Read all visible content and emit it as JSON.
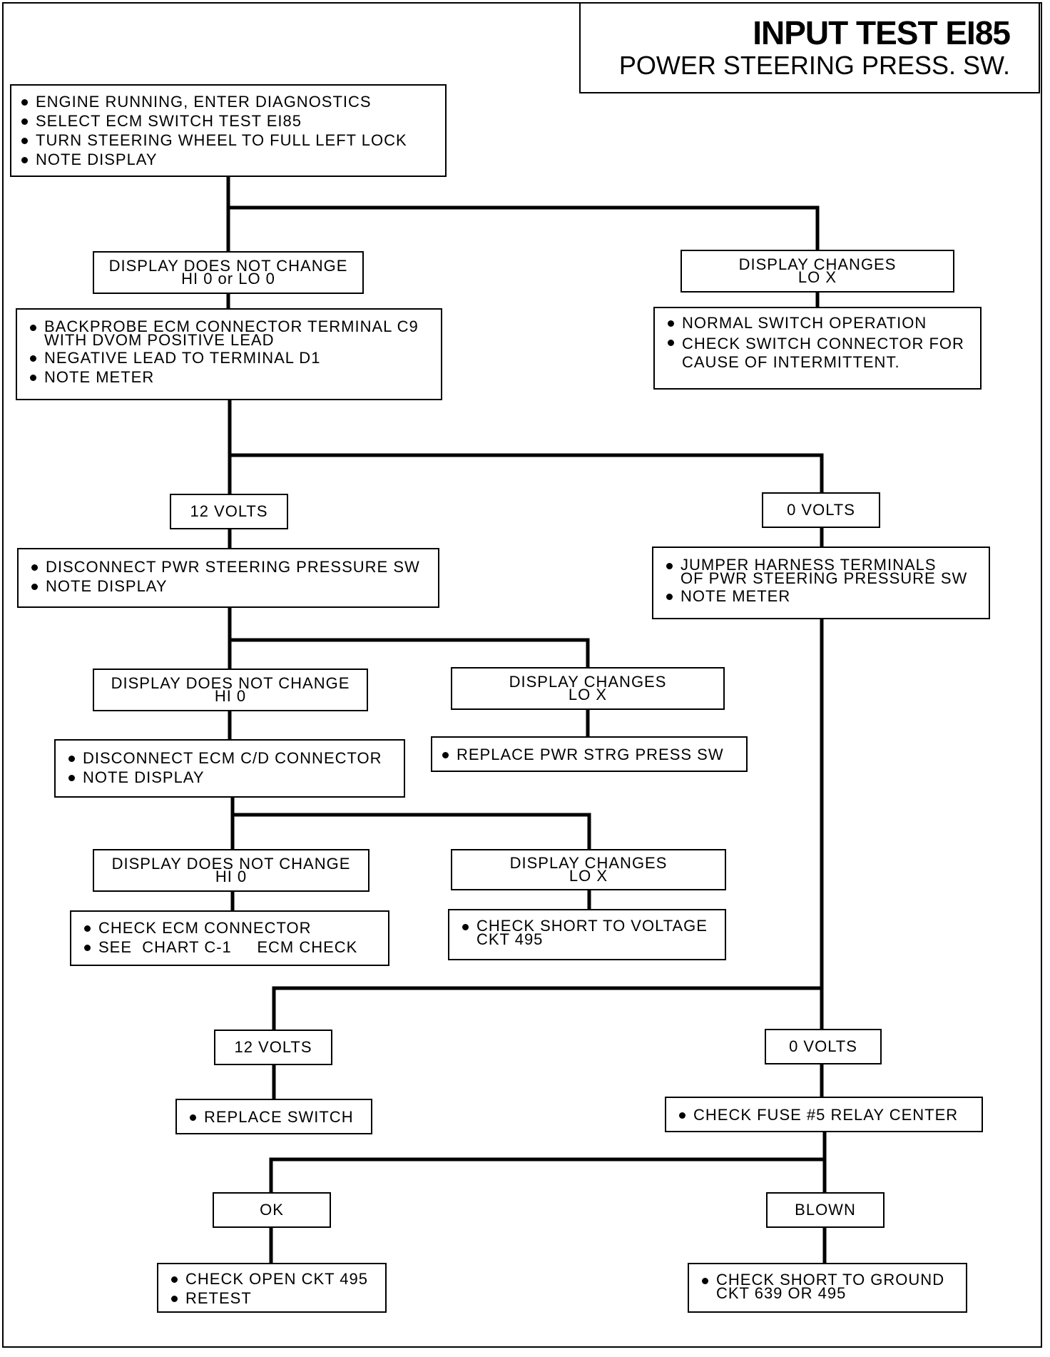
{
  "title": {
    "main": "INPUT TEST EI85",
    "sub": "POWER STEERING PRESS. SW."
  },
  "steps": {
    "start": [
      "ENGINE RUNNING, ENTER DIAGNOSTICS",
      "SELECT ECM SWITCH TEST EI85",
      "TURN STEERING WHEEL TO FULL LEFT LOCK",
      "NOTE DISPLAY"
    ],
    "backprobe": [
      [
        "BACKPROBE ECM CONNECTOR TERMINAL C9",
        "WITH DVOM POSITIVE LEAD"
      ],
      [
        "NEGATIVE LEAD TO TERMINAL D1"
      ],
      [
        "NOTE METER"
      ]
    ],
    "normal": [
      [
        "NORMAL SWITCH OPERATION"
      ],
      [
        "CHECK SWITCH CONNECTOR FOR",
        "CAUSE OF INTERMITTENT."
      ]
    ],
    "disconnect_sw": [
      "DISCONNECT PWR STEERING PRESSURE SW",
      "NOTE DISPLAY"
    ],
    "jumper": [
      [
        "JUMPER HARNESS TERMINALS",
        "OF PWR STEERING PRESSURE SW"
      ],
      [
        "NOTE METER"
      ]
    ],
    "disconnect_ecm": [
      "DISCONNECT ECM C/D CONNECTOR",
      "NOTE DISPLAY"
    ],
    "replace_sw": [
      "REPLACE PWR STRG PRESS SW"
    ],
    "check_ecm": [
      "CHECK ECM CONNECTOR",
      "SEE  CHART C-1     ECM CHECK"
    ],
    "check_short_voltage": [
      [
        "CHECK SHORT TO VOLTAGE",
        "CKT 495"
      ]
    ],
    "replace_switch": [
      "REPLACE SWITCH"
    ],
    "check_fuse": [
      "CHECK FUSE #5 RELAY CENTER"
    ],
    "check_open": [
      "CHECK OPEN CKT 495",
      "RETEST"
    ],
    "check_short_ground": [
      [
        "CHECK SHORT TO GROUND",
        "CKT 639 OR 495"
      ]
    ]
  },
  "results": {
    "display_no_change_1": [
      "DISPLAY DOES NOT CHANGE",
      "HI 0 or LO 0"
    ],
    "display_changes_1": [
      "DISPLAY CHANGES",
      "LO X"
    ],
    "volts12_1": "12 VOLTS",
    "volts0_1": "0 VOLTS",
    "display_no_change_2": [
      "DISPLAY DOES NOT CHANGE",
      "HI 0"
    ],
    "display_changes_2": [
      "DISPLAY CHANGES",
      "LO X"
    ],
    "display_no_change_3": [
      "DISPLAY DOES NOT CHANGE",
      "HI 0"
    ],
    "display_changes_3": [
      "DISPLAY CHANGES",
      "LO X"
    ],
    "volts12_2": "12 VOLTS",
    "volts0_2": "0 VOLTS",
    "ok": "OK",
    "blown": "BLOWN"
  }
}
